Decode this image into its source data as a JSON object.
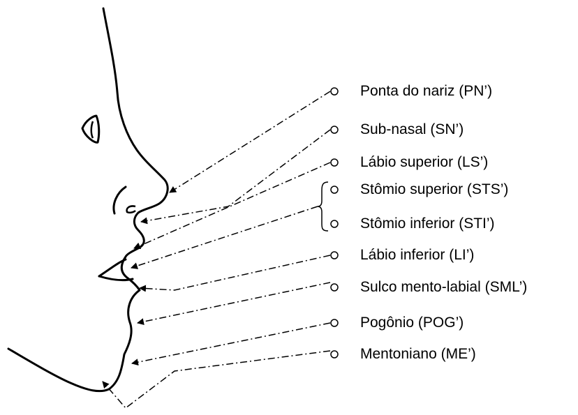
{
  "landmarks": [
    {
      "label": "Ponta do nariz (PN’)"
    },
    {
      "label": "Sub-nasal (SN’)"
    },
    {
      "label": "Lábio superior (LS’)"
    },
    {
      "label": "Stômio superior (STS’)"
    },
    {
      "label": "Stômio inferior (STI’)"
    },
    {
      "label": "Lábio inferior (LI’)"
    },
    {
      "label": "Sulco mento-labial (SML’)"
    },
    {
      "label": "Pogônio (POG’)"
    },
    {
      "label": "Mentoniano (ME’)"
    }
  ],
  "colors": {
    "line": "#000000",
    "background": "#ffffff"
  }
}
